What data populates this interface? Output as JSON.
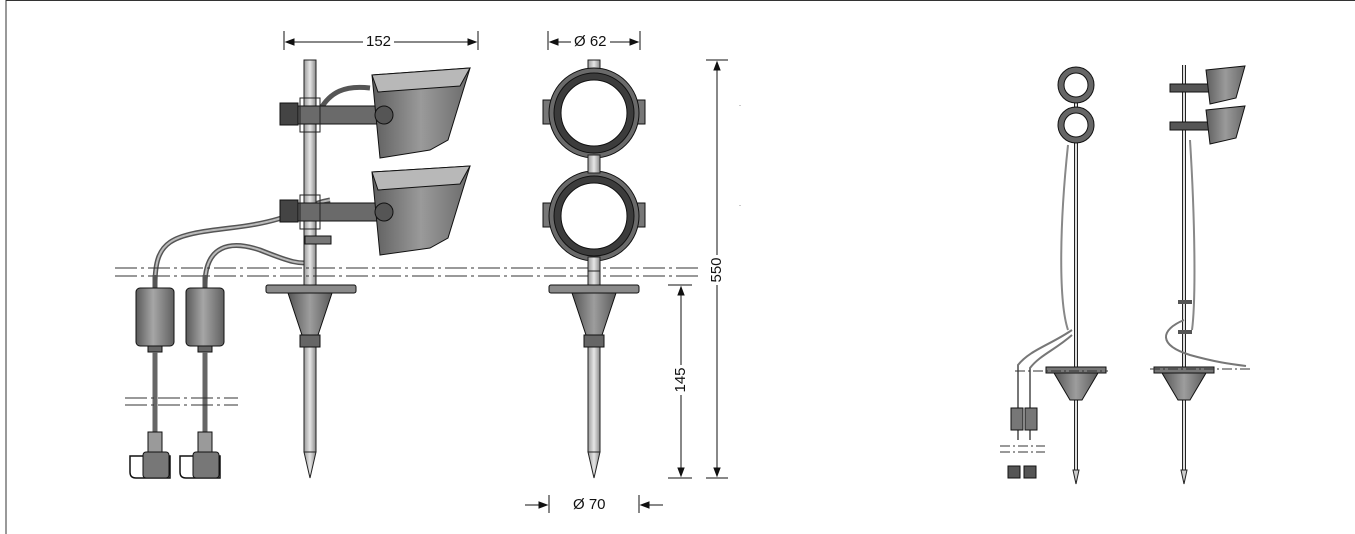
{
  "dimensions": {
    "head_offset": "152",
    "ring_diameter": "Ø 62",
    "height_total": "550",
    "height_spike": "145",
    "base_diameter": "Ø 70"
  },
  "colors": {
    "line": "#1a1a1a",
    "body_dark": "#6f6f6f",
    "body_mid": "#8e8e8e",
    "body_light": "#c4c4c4",
    "ring_dark": "#3c3c3c"
  }
}
